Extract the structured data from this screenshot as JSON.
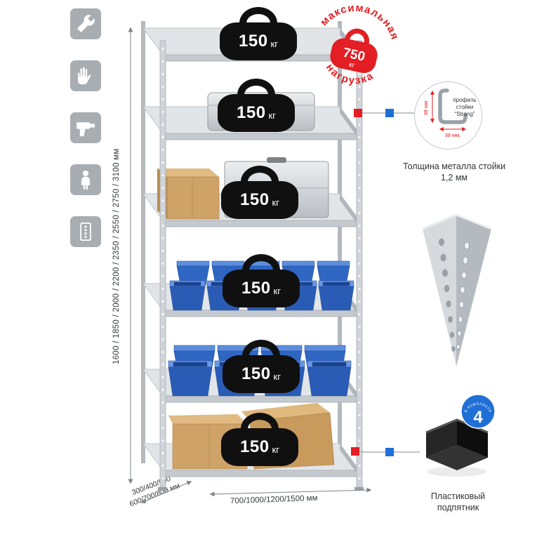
{
  "colors": {
    "accent_red": "#e31e24",
    "accent_blue": "#1f6fd6",
    "bin_blue": "#2b5cb5",
    "metal_gray": "#d0d4d8",
    "icon_gray": "#a8adb2",
    "kettlebell_black": "#101010",
    "cardboard_tan": "#cfa367"
  },
  "sidebar": {
    "icons": [
      {
        "name": "wrench-icon"
      },
      {
        "name": "glove-icon"
      },
      {
        "name": "drill-icon"
      },
      {
        "name": "person-icon"
      },
      {
        "name": "perforated-profile-icon"
      }
    ]
  },
  "rack": {
    "loads": [
      {
        "value": "150",
        "unit": "кг"
      },
      {
        "value": "150",
        "unit": "кг"
      },
      {
        "value": "150",
        "unit": "кг"
      },
      {
        "value": "150",
        "unit": "кг"
      },
      {
        "value": "150",
        "unit": "кг"
      },
      {
        "value": "150",
        "unit": "кг"
      }
    ]
  },
  "stamp": {
    "arc_top": "максимальная",
    "arc_bottom": "нагрузка",
    "value": "750",
    "unit": "кг"
  },
  "profile_detail": {
    "label": "профиль стойки “Strong”",
    "dim_v": "38 мм",
    "dim_h": "38 мм.",
    "caption": "Толщина металла стойки 1,2 мм"
  },
  "foot_detail": {
    "badge_number": "4",
    "badge_text": "в комплекте",
    "caption": "Пластиковый подпятник"
  },
  "dimensions": {
    "height": "1600 / 1850 / 2000 / 2200 / 2350 / 2550 / 2750 / 3100 мм",
    "depth_line1": "300/400/500",
    "depth_line2": "600/700/800 мм",
    "width": "700/1000/1200/1500 мм"
  }
}
